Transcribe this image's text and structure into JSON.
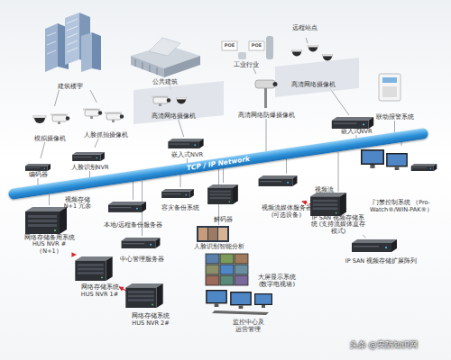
{
  "diagram": {
    "nodes": [
      {
        "text": [
          "建筑楼宇"
        ]
      },
      {
        "text": [
          "公共建筑"
        ]
      },
      {
        "text": [
          "工业行业"
        ]
      },
      {
        "text": [
          "远程站点"
        ]
      },
      {
        "text": [
          "联动报警系统"
        ]
      },
      {
        "text": [
          "模拟摄像机"
        ]
      },
      {
        "text": [
          "人脸抓拍摄像机"
        ]
      },
      {
        "text": [
          "高清网络摄像机"
        ]
      },
      {
        "text": [
          "高清网络防爆摄像机"
        ]
      },
      {
        "text": [
          "高清网络摄像机"
        ]
      },
      {
        "text": [
          "编码器"
        ]
      },
      {
        "text": [
          "人脸识别NVR"
        ]
      },
      {
        "text": [
          "嵌入式NVR"
        ]
      },
      {
        "text": [
          "嵌入式NVR"
        ]
      },
      {
        "text": [
          "TCP / IP Network"
        ]
      },
      {
        "text": [
          "门禁控制系统 （Pro-Watch®/WIN-PAK®）"
        ]
      },
      {
        "text": [
          "网络存储备用系统 HUS NVR #（N+1）"
        ]
      },
      {
        "text": [
          "本地/远程备份服务器"
        ]
      },
      {
        "text": [
          "容灾备份系统"
        ]
      },
      {
        "text": [
          "解码器"
        ]
      },
      {
        "text": [
          "中心管理服务器"
        ]
      },
      {
        "text": [
          "人脸识别智能分析"
        ]
      },
      {
        "text": [
          "网络存储系统 HUS NVR 1#"
        ]
      },
      {
        "text": [
          "网络存储系统 HUS NVR 2#"
        ]
      },
      {
        "text": [
          "视频流媒体服务器 (可选设备)"
        ]
      },
      {
        "text": [
          "IP SAN 视频存储系统 (支持流媒体直存模式)"
        ]
      },
      {
        "text": [
          "大屏显示系统 (数字电视墙)"
        ]
      },
      {
        "text": [
          "IP SAN 视频存储扩展阵列"
        ]
      },
      {
        "text": [
          "监控中心及运营管理"
        ]
      }
    ],
    "edges": [
      {
        "from": 0,
        "to": 5,
        "arrow": "none"
      },
      {
        "from": 0,
        "to": 6,
        "arrow": "none"
      },
      {
        "from": 1,
        "to": 7,
        "arrow": "none"
      },
      {
        "from": 2,
        "to": 8,
        "arrow": "none"
      },
      {
        "from": 3,
        "to": 9,
        "arrow": "none"
      },
      {
        "from": 5,
        "to": 10,
        "arrow": "none"
      },
      {
        "from": 6,
        "to": 11,
        "arrow": "none"
      },
      {
        "from": 7,
        "to": 12,
        "arrow": "none"
      },
      {
        "from": 9,
        "to": 13,
        "arrow": "none"
      },
      {
        "from": 10,
        "to": 14,
        "arrow": "none"
      },
      {
        "from": 11,
        "to": 14,
        "arrow": "none"
      },
      {
        "from": 12,
        "to": 14,
        "arrow": "none"
      },
      {
        "from": 8,
        "to": 14,
        "arrow": "none"
      },
      {
        "from": 13,
        "to": 14,
        "arrow": "none"
      },
      {
        "from": 4,
        "to": 14,
        "arrow": "none"
      },
      {
        "from": 15,
        "to": 14,
        "arrow": "none"
      },
      {
        "from": 14,
        "to": 16,
        "arrow": "none"
      },
      {
        "from": 14,
        "to": 17,
        "arrow": "none"
      },
      {
        "from": 14,
        "to": 18,
        "arrow": "none"
      },
      {
        "from": 14,
        "to": 19,
        "arrow": "none"
      },
      {
        "from": 14,
        "to": 20,
        "arrow": "none"
      },
      {
        "from": 14,
        "to": 21,
        "arrow": "none"
      },
      {
        "from": 14,
        "to": 24,
        "arrow": "none"
      },
      {
        "from": 14,
        "to": 25,
        "arrow": "none"
      },
      {
        "from": 16,
        "to": 22,
        "arrow": "to"
      },
      {
        "from": 22,
        "to": 23,
        "arrow": "to"
      },
      {
        "from": 24,
        "to": 25,
        "label": "视频流",
        "arrow": "to"
      },
      {
        "from": 25,
        "to": 27,
        "arrow": "none"
      }
    ],
    "labels": [
      "POE",
      "POE",
      "视频存储 N+1 冗余",
      "头条 @安防知识网"
    ]
  }
}
